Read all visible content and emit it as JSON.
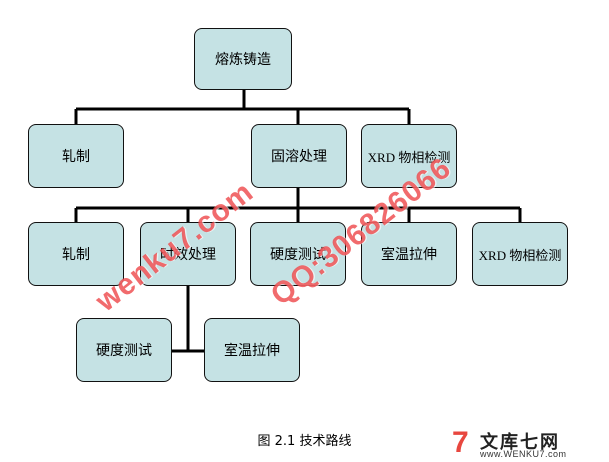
{
  "nodes": {
    "root": "熔炼铸造",
    "roll1": "轧制",
    "solution": "固溶处理",
    "xrd1": "XRD 物相检测",
    "roll2": "轧制",
    "aging": "时效处理",
    "hardness1": "硬度测试",
    "tensile1": "室温拉伸",
    "xrd2": "XRD 物相检测",
    "hardness2": "硬度测试",
    "tensile2": "室温拉伸"
  },
  "caption": "图 2.1  技术路线",
  "watermarks": {
    "site": "wenku7.com",
    "qq": "QQ:306826066"
  },
  "logo": {
    "mark": "7",
    "name": "文库七网",
    "url": "www.WENKU7.com"
  },
  "colors": {
    "box_fill": "#c5e2e4",
    "watermark": "#ee4648"
  }
}
